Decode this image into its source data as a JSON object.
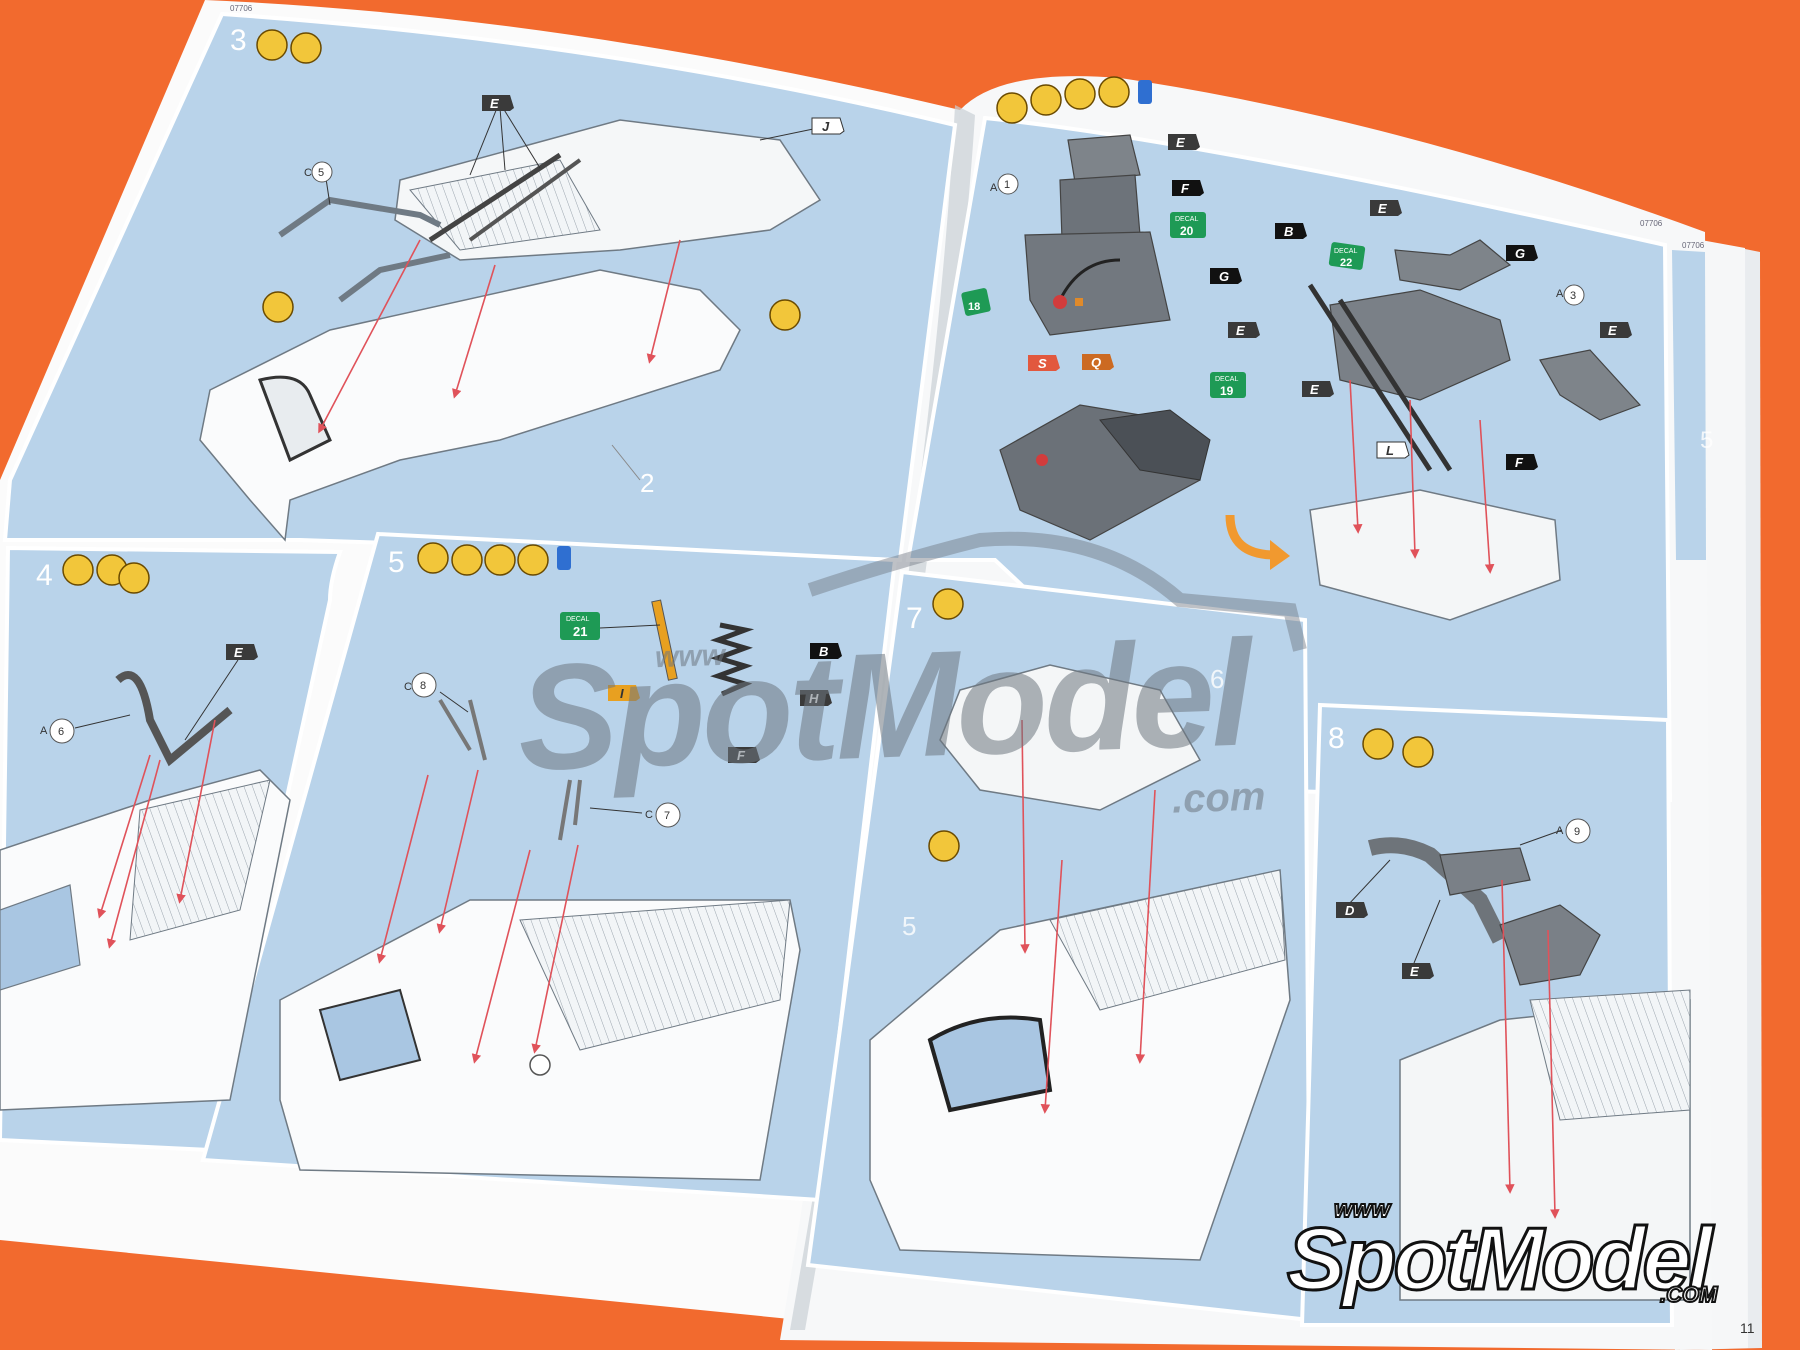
{
  "steps": {
    "s3": "3",
    "s4": "4",
    "s5": "5",
    "s6": "6",
    "s7": "7",
    "s8": "8",
    "s5_faint": "5",
    "s5_right": "5"
  },
  "part_refs": {
    "c5": "5",
    "c5_letter": "C",
    "a1": "1",
    "a1_letter": "A",
    "a3": "3",
    "a3_letter": "A",
    "a6": "6",
    "a6_letter": "A",
    "c8": "8",
    "c8_letter": "C",
    "c7": "7",
    "c7_letter": "C",
    "a9": "9",
    "a9_letter": "A"
  },
  "part_numbers": {
    "p2": "2"
  },
  "flags": {
    "E": "E",
    "J": "J",
    "F": "F",
    "G": "G",
    "S": "S",
    "Q": "Q",
    "B": "B",
    "L": "L",
    "H": "H",
    "I": "I",
    "D": "D"
  },
  "decals": {
    "label": "DECAL",
    "d20": "20",
    "d19": "19",
    "d18": "18",
    "d22": "22",
    "d21": "21"
  },
  "page": {
    "number": "11",
    "code_left": "07706",
    "code_right": "07706",
    "code_far": "07706"
  },
  "watermark": {
    "www": "www",
    "name": "SpotModel",
    "com": ".com",
    "logo_www": "www",
    "logo_name": "SpotModel",
    "logo_com": ".COM"
  },
  "colors": {
    "background": "#f26a2e",
    "panel": "#b9d3ea",
    "page": "#ffffff",
    "arrow": "#e0525a",
    "decal": "#1e9a55",
    "flag_dark": "#333333",
    "flag_orange": "#e8a020",
    "flag_red": "#e2583e",
    "flag_brown": "#cc6a22"
  }
}
